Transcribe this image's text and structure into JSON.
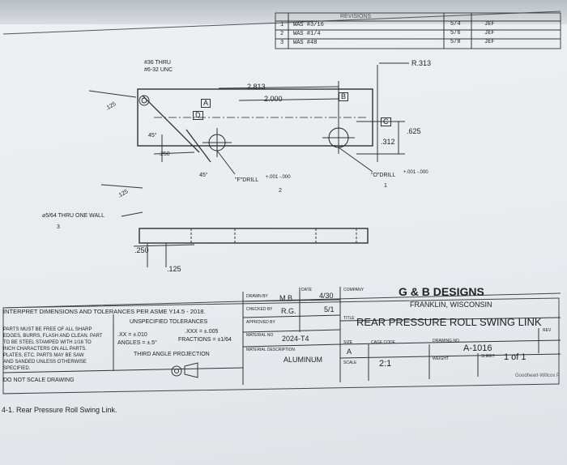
{
  "revisions": {
    "header": "REVISIONS",
    "rows": [
      {
        "rev": "1",
        "description": "WAS #3/16",
        "date": "5/4",
        "approved": "JEF"
      },
      {
        "rev": "2",
        "description": "WAS #1/4",
        "date": "5/6",
        "approved": "JEF"
      },
      {
        "rev": "3",
        "description": "WAS #48",
        "date": "5/8",
        "approved": "JEF"
      }
    ]
  },
  "dimensions": {
    "hole_note_line1": "#36 THRU",
    "hole_note_line2": "#6-32 UNC",
    "r313": "R.313",
    "d2813": "2.813",
    "d2000": "2.000",
    "d125_top": ".125",
    "d45_a": "45°",
    "d250_a": ".250",
    "d45_b": "45°",
    "d625": ".625",
    "d312": ".312",
    "f_drill": "\"F\"DRILL",
    "f_tol": "+.001 -.000",
    "o_drill": "\"O\"DRILL",
    "o_tol": "+.001 -.000",
    "d125_mid": ".125",
    "thru_wall": "⌀5/64 THRU ONE WALL",
    "d250_b": ".250",
    "d125_b": ".125",
    "datum_a": "A",
    "datum_b": "B",
    "datum_c": "C",
    "datum_d": "D",
    "flag_2": "2",
    "flag_1": "1",
    "flag_3": "3"
  },
  "title_block": {
    "interpret": "INTERPRET DIMENSIONS AND TOLERANCES PER ASME Y14.5 - 2018.",
    "unspecified": "UNSPECIFIED TOLERANCES",
    "notes": [
      "PARTS MUST BE FREE OF ALL SHARP",
      "EDGES, BURRS, FLASH AND CLEAN. PART",
      "TO BE STEEL STAMPED WITH 1/16 TO",
      "INCH CHARACTERS ON ALL PARTS.",
      "PLATES, ETC. PARTS MAY BE SAW",
      "AND SANDED UNLESS OTHERWISE",
      "SPECIFIED."
    ],
    "tol_xx": ".XX = ±.010",
    "tol_xxx": ".XXX = ±.005",
    "tol_angles": "ANGLES = ±.5°",
    "tol_fractions": "FRACTIONS = ±1/64",
    "projection": "THIRD ANGLE PROJECTION",
    "do_not_scale": "DO NOT SCALE DRAWING",
    "drawn_by_label": "DRAWN BY",
    "drawn_by": "M.B.",
    "date_label": "DATE",
    "drawn_date": "4/30",
    "checked_by_label": "CHECKED BY",
    "checked_by": "R.G.",
    "checked_date": "5/1",
    "approved_label": "APPROVED BY",
    "material_no_label": "MATERIAL NO",
    "material_no": "2024-T4",
    "material_desc_label": "MATERIAL DESCRIPTION",
    "material_desc": "ALUMINUM",
    "company_label": "COMPANY",
    "company": "G & B DESIGNS",
    "location": "FRANKLIN, WISCONSIN",
    "title_label": "TITLE",
    "title": "REAR PRESSURE ROLL SWING LINK",
    "size_label": "SIZE",
    "size": "A",
    "cage_label": "CAGE CODE",
    "drawing_no_label": "DRAWING NO.",
    "drawing_no": "A-1016",
    "rev_label": "REV",
    "scale_label": "SCALE",
    "scale": "2:1",
    "weight_label": "WEIGHT",
    "sheet_label": "SHEET",
    "sheet": "1 of 1"
  },
  "caption": "4-1. Rear Pressure Roll Swing Link.",
  "publisher": "Goodheart-Willcox P"
}
